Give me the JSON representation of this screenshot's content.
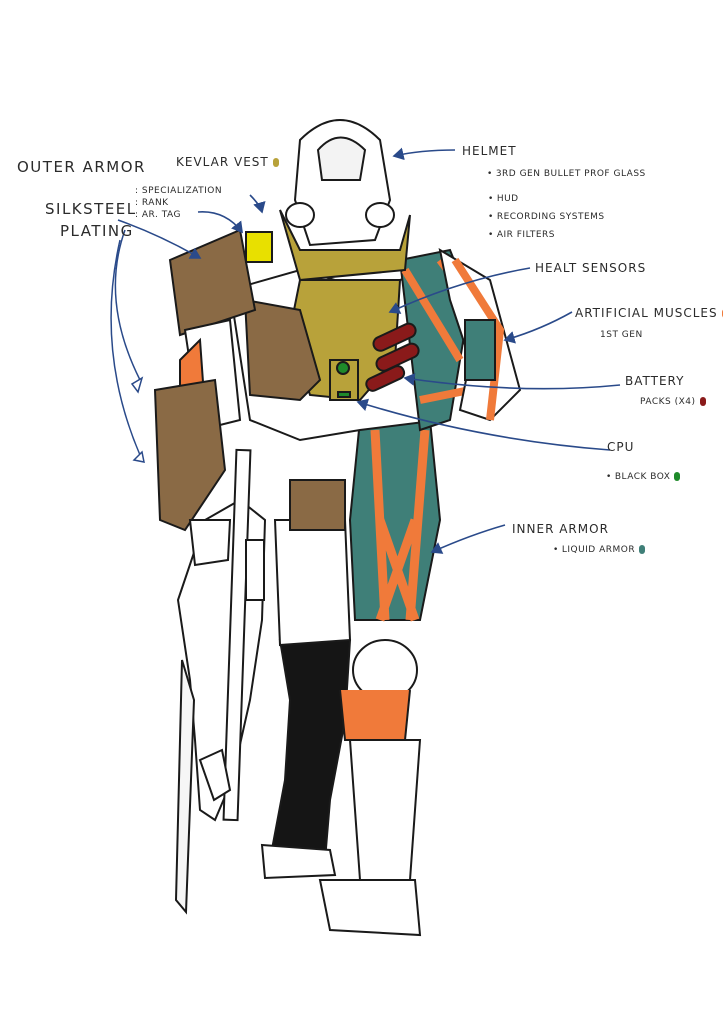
{
  "colors": {
    "kevlar_vest": "#b8a23a",
    "artificial_muscles": "#f07a3a",
    "battery_packs": "#8a1a1a",
    "black_box": "#1e8a2a",
    "liquid_armor": "#3f7f78",
    "outer_armor": "#8a6a45",
    "arrow": "#2a4a8a"
  },
  "labels": {
    "outer_armor": "OUTER ARMOR",
    "kevlar_vest": "KEVLAR VEST",
    "silksteel_line1": "SILKSTEEL",
    "silksteel_line2": "PLATING",
    "specialization": ": SPECIALIZATION",
    "rank": ": RANK",
    "ar_tag": ": AR. TAG",
    "helmet": "HELMET",
    "helmet_glass": "3RD GEN BULLET PROF GLASS",
    "helmet_hud": "HUD",
    "helmet_recording": "RECORDING SYSTEMS",
    "helmet_filters": "AIR FILTERS",
    "health_sensors": "HEALT SENSORS",
    "artificial_muscles": "ARTIFICIAL MUSCLES",
    "first_gen": "1ST GEN",
    "battery_line1": "BATTERY",
    "battery_line2": "PACKS (X4)",
    "cpu": "CPU",
    "black_box": "BLACK BOX",
    "inner_armor": "INNER ARMOR",
    "liquid_armor": "LIQUID ARMOR"
  }
}
